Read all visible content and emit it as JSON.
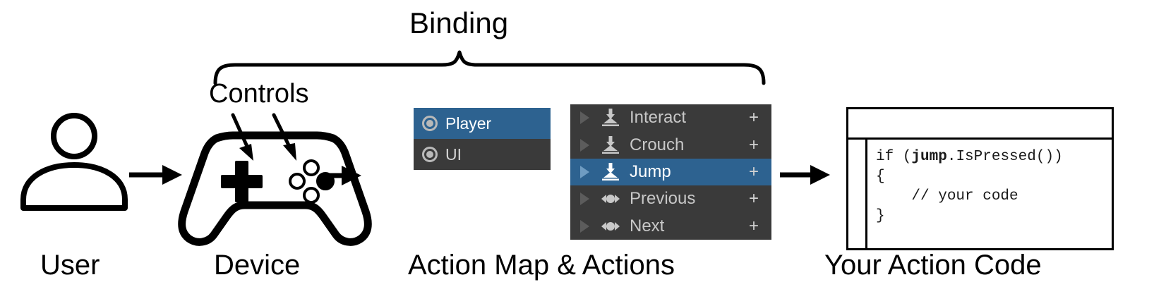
{
  "diagram": {
    "title_braces": {
      "binding_label": "Binding",
      "controls_label": "Controls"
    },
    "captions": {
      "user": "User",
      "device": "Device",
      "action_map": "Action Map & Actions",
      "code": "Your Action Code"
    },
    "colors": {
      "panel_background": "#3a3a3a",
      "selection_blue": "#2d6290",
      "panel_text": "#c8c8c8",
      "selected_text": "#ffffff",
      "foldout_arrow": "#5c5c5c",
      "line_art": "#000000"
    },
    "icons": {
      "user": "user-avatar-icon",
      "device": "gamepad-icon",
      "dpad": "dpad-icon",
      "face_buttons": "face-buttons-icon"
    }
  },
  "action_map_panel": {
    "rows": [
      {
        "label": "Player",
        "icon": "scheme-ring-icon",
        "selected": true
      },
      {
        "label": "UI",
        "icon": "scheme-ring-icon",
        "selected": false
      }
    ]
  },
  "actions_panel": {
    "add_label": "+",
    "rows": [
      {
        "label": "Interact",
        "icon": "button-action-icon",
        "selected": false,
        "add": "+"
      },
      {
        "label": "Crouch",
        "icon": "button-action-icon",
        "selected": false,
        "add": "+"
      },
      {
        "label": "Jump",
        "icon": "button-action-icon",
        "selected": true,
        "add": "+"
      },
      {
        "label": "Previous",
        "icon": "axis-action-icon",
        "selected": false,
        "add": "+"
      },
      {
        "label": "Next",
        "icon": "axis-action-icon",
        "selected": false,
        "add": "+"
      }
    ]
  },
  "code_window": {
    "lines": [
      {
        "segments": [
          {
            "text": "if (",
            "bold": false
          },
          {
            "text": "jump",
            "bold": true
          },
          {
            "text": ".IsPressed())",
            "bold": false
          }
        ]
      },
      {
        "segments": [
          {
            "text": "{",
            "bold": false
          }
        ]
      },
      {
        "segments": [
          {
            "text": "    // your code",
            "bold": false
          }
        ]
      },
      {
        "segments": [
          {
            "text": "}",
            "bold": false
          }
        ]
      }
    ]
  }
}
